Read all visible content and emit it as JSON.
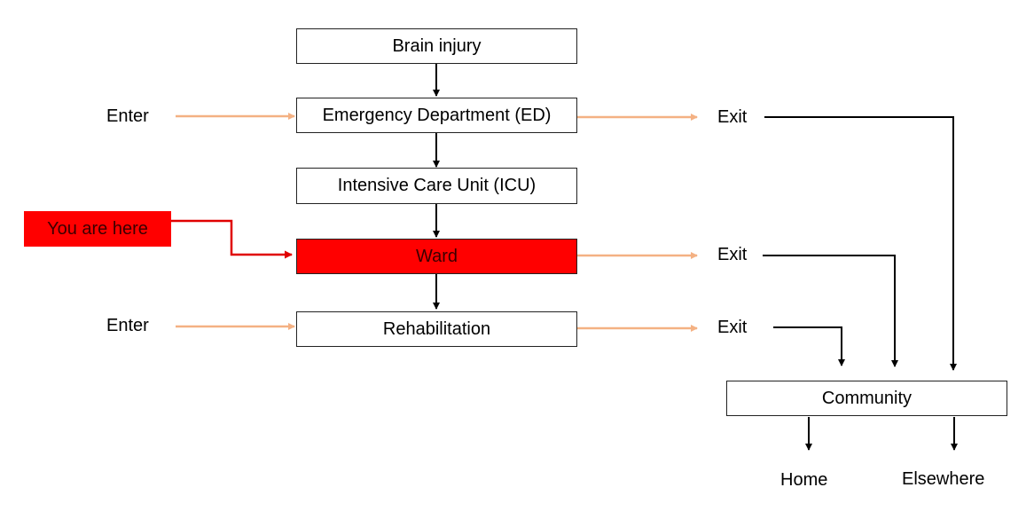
{
  "colors": {
    "highlight": "#ff0000",
    "entry_exit_arrow": "#f4b183",
    "flow_arrow": "#000000"
  },
  "stages": {
    "brain_injury": "Brain injury",
    "ed": "Emergency Department (ED)",
    "icu": "Intensive Care Unit (ICU)",
    "ward": "Ward",
    "rehab": "Rehabilitation",
    "community": "Community"
  },
  "marker": {
    "you_are_here": "You are here"
  },
  "entries": {
    "ed": "Enter",
    "rehab": "Enter"
  },
  "exits": {
    "ed": "Exit",
    "ward": "Exit",
    "rehab": "Exit"
  },
  "destinations": {
    "home": "Home",
    "elsewhere": "Elsewhere"
  }
}
